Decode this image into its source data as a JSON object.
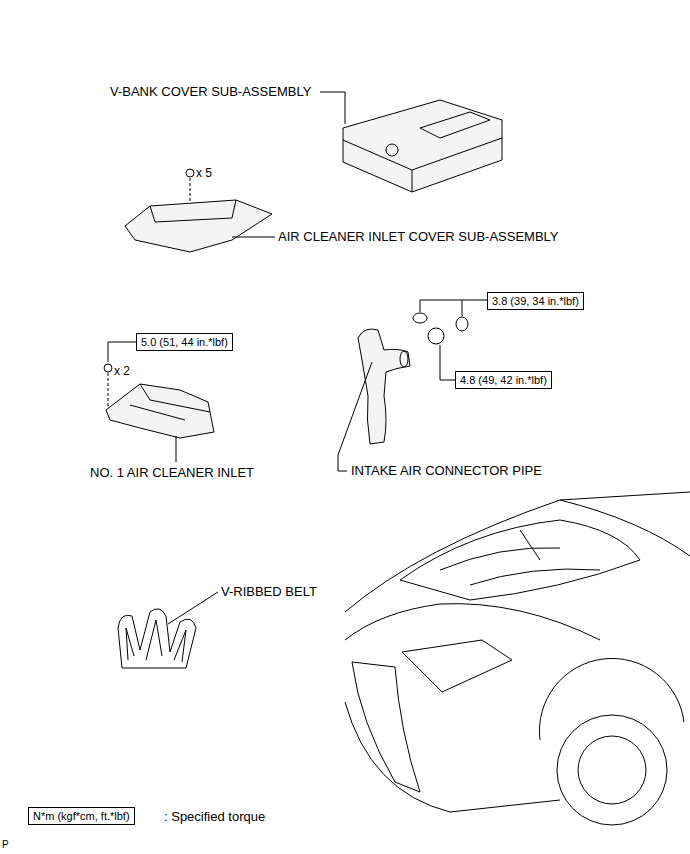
{
  "diagram": {
    "nodes": [
      {
        "text": [
          "3.8 (39, 34 in.*lbf)"
        ]
      },
      {
        "text": [
          "5.0 (51, 44 in.*lbf)"
        ]
      },
      {
        "text": [
          "4.8 (49, 42 in.*lbf)"
        ]
      },
      {
        "text": [
          "N*m (kgf*cm, ft.*lbf)"
        ]
      }
    ],
    "labels": [
      "V-BANK COVER SUB-ASSEMBLY",
      "x 5",
      "AIR CLEANER INLET COVER SUB-ASSEMBLY",
      "x 2",
      "NO. 1 AIR CLEANER INLET",
      "INTAKE AIR CONNECTOR PIPE",
      "V-RIBBED BELT",
      ": Specified torque",
      "P"
    ]
  }
}
